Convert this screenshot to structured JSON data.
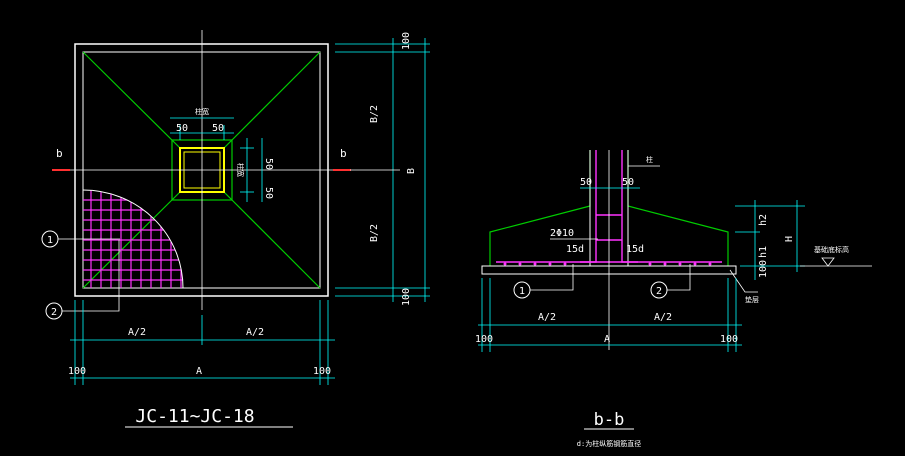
{
  "plan": {
    "title": "JC-11~JC-18",
    "section_mark_left": "b",
    "section_mark_right": "b",
    "dim_50_a": "50",
    "dim_50_b": "50",
    "dim_50_c": "50",
    "dim_50_d": "50",
    "col_label_top": "柱宽",
    "col_label_side": "柱宽",
    "dim_top_100": "100",
    "dim_b_half_top": "B/2",
    "dim_b": "B",
    "dim_b_half_bottom": "B/2",
    "dim_bottom_100": "100",
    "dim_a_half_left": "A/2",
    "dim_a_half_right": "A/2",
    "dim_left_100": "100",
    "dim_a": "A",
    "dim_right_100": "100",
    "callout_1": "1",
    "callout_2": "2"
  },
  "section": {
    "title": "b-b",
    "subtitle": "d:为柱纵筋钢筋直径",
    "col_label": "柱",
    "dim_50_left": "50",
    "dim_50_right": "50",
    "rebar_label": "2Φ10",
    "dim_15d_left": "15d",
    "dim_15d_right": "15d",
    "dim_h2": "h2",
    "dim_h1": "h1",
    "dim_h": "H",
    "dim_100_vert": "100",
    "ground_label": "基础底标高",
    "cushion_label": "垫层",
    "callout_1": "1",
    "callout_2": "2",
    "dim_a_half_left": "A/2",
    "dim_a_half_right": "A/2",
    "dim_left_100": "100",
    "dim_a": "A",
    "dim_right_100": "100"
  }
}
